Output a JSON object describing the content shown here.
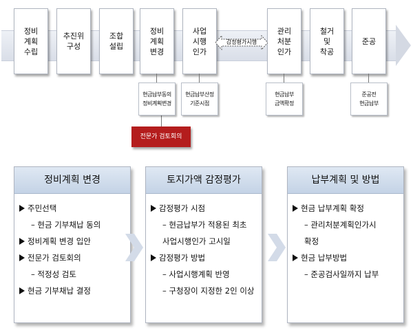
{
  "flow": {
    "steps": [
      "정비\n계획\n수립",
      "추진위\n구성",
      "조합\n설립",
      "정비\n계획\n변경",
      "사업\n시행\n인가",
      "관리\n처분\n인가",
      "철거\n및\n착공",
      "준공"
    ],
    "appraisal_label": "감정평가시행"
  },
  "notes": {
    "plan_change": "현금납부동의\n정비계획변경",
    "project_approval": "현금납부산정\n기준시점",
    "disposal_approval": "현금납부\n금액확정",
    "completion": "준공전\n현금납부"
  },
  "expert_review": "전문가 검토회의",
  "panels": [
    {
      "title": "정비계획 변경",
      "lines": [
        "주민선택",
        "– 현금 기부채납 동의",
        "정비계획 변경 입안",
        "전문가 검토회의",
        "– 적정성 검토",
        "현금 기부채납 결정"
      ]
    },
    {
      "title": "토지가액 감정평가",
      "lines": [
        "감정평가 시점",
        "– 현금납부가 적용된 최초",
        "사업시행인가 고시일",
        "감정평가 방법",
        "– 사업시행계획 반영",
        "– 구청장이 지정한 2인 이상"
      ]
    },
    {
      "title": "납부계획 및 방법",
      "lines": [
        "현금 납부계획 확정",
        "– 관리처분계획인가시",
        "확정",
        "현금 납부방법",
        "– 준공검사일까지 납부"
      ]
    }
  ]
}
